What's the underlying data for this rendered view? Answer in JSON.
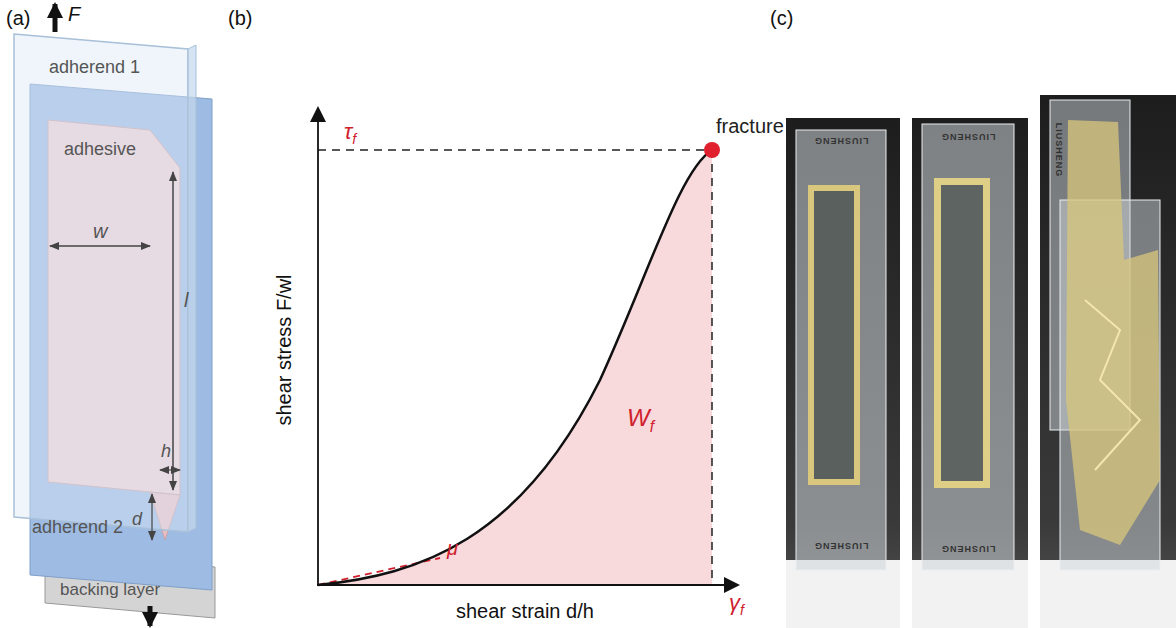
{
  "diagram": {
    "nodes": [
      {
        "text": [
          "adherend 1"
        ]
      },
      {
        "text": [
          "adhesive"
        ]
      },
      {
        "text": [
          "adherend 2"
        ]
      },
      {
        "text": [
          "backing layer"
        ]
      }
    ],
    "labels": [
      "(a)",
      "(b)",
      "(c)",
      "F",
      "w",
      "l",
      "h",
      "d",
      "τf",
      "fracture",
      "shear stress F/wl",
      "shear strain d/h",
      "μ",
      "Wf",
      "γf",
      "LIUSHENG",
      "LIUSHENG",
      "LIUSHENG",
      "LIUSHENG",
      "LIUSHENG"
    ]
  }
}
